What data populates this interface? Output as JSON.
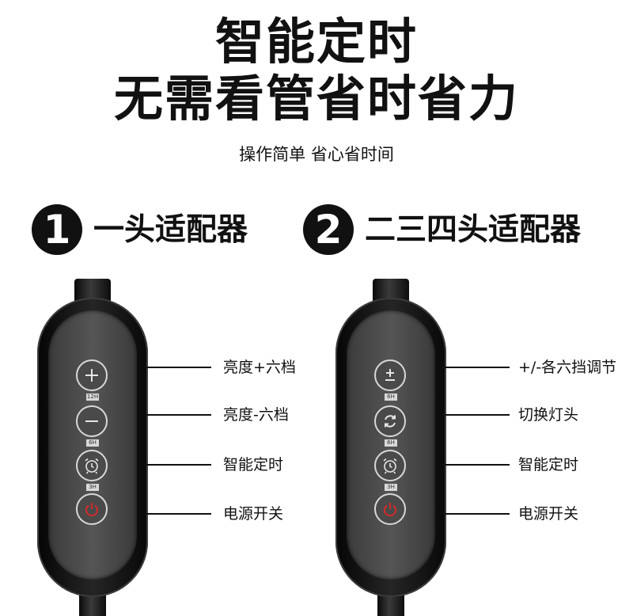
{
  "header": {
    "title_line1": "智能定时",
    "title_line2": "无需看管省时省力",
    "subtitle": "操作简单 省心省时间"
  },
  "sections": [
    {
      "number": "1",
      "title": "一头适配器",
      "buttons": [
        {
          "icon": "plus-icon"
        },
        {
          "icon": "minus-icon"
        },
        {
          "icon": "alarm-clock-icon"
        },
        {
          "icon": "power-icon"
        }
      ],
      "time_labels": [
        "12H",
        "6H",
        "3H"
      ],
      "functions": [
        "亮度+六档",
        "亮度-六档",
        "智能定时",
        "电源开关"
      ]
    },
    {
      "number": "2",
      "title": "二三四头适配器",
      "buttons": [
        {
          "icon": "plus-minus-icon"
        },
        {
          "icon": "switch-cycle-icon"
        },
        {
          "icon": "alarm-clock-icon"
        },
        {
          "icon": "power-icon"
        }
      ],
      "time_labels": [
        "6H",
        "6H",
        "3H"
      ],
      "functions": [
        "+/-各六挡调节",
        "切换灯头",
        "智能定时",
        "电源开关"
      ]
    }
  ],
  "colors": {
    "power_icon": "#d32b2b",
    "icon_stroke": "#e6e6e6",
    "badge": "#111111"
  }
}
